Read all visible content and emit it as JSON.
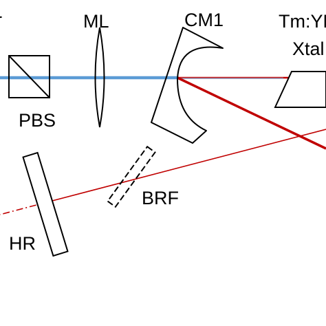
{
  "labels": {
    "corner_fragment": "r",
    "ml": "ML",
    "cm1": "CM1",
    "crystal_line1": "Tm:YL",
    "crystal_line2": "Xtal",
    "pbs": "PBS",
    "brf": "BRF",
    "hr": "HR"
  },
  "colors": {
    "pump_beam": "#5b9bd5",
    "laser_beam": "#c00000",
    "outline": "#000000",
    "background": "#ffffff"
  }
}
